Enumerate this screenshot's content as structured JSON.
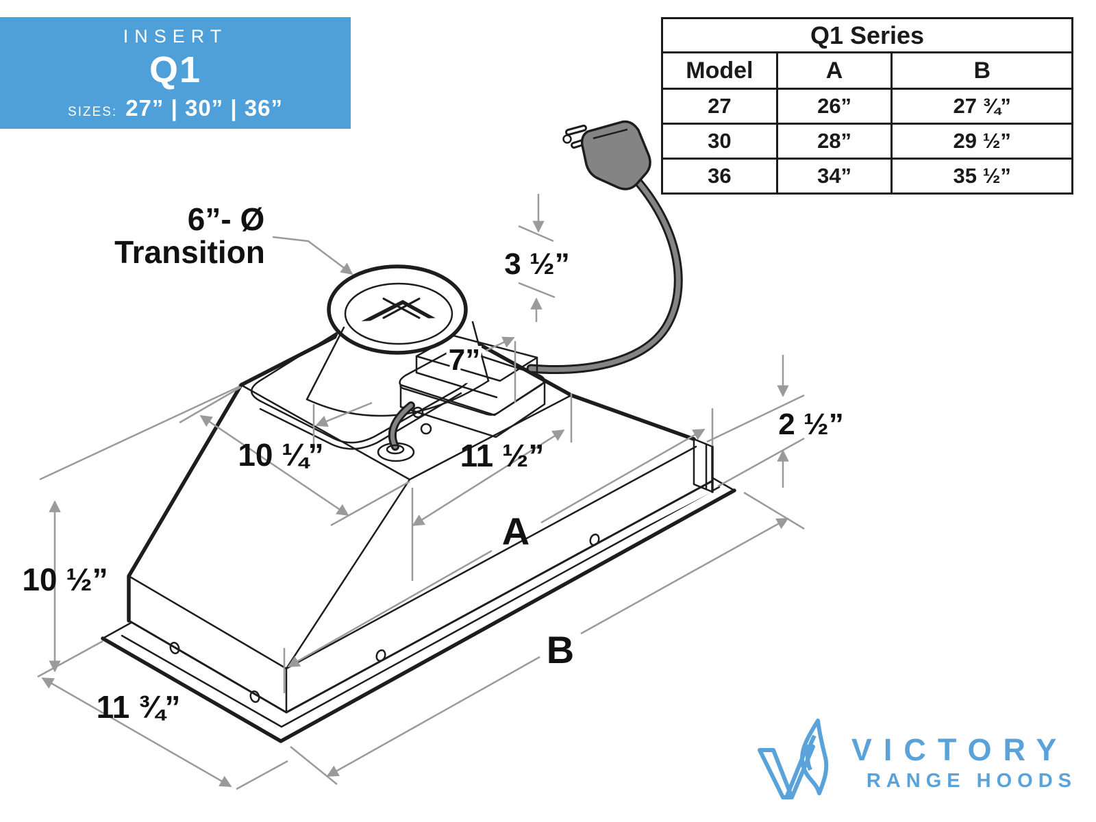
{
  "badge": {
    "kicker": "INSERT",
    "model": "Q1",
    "sizes_label": "SIZES:",
    "sizes_value": "27” | 30” | 36”"
  },
  "spec_table": {
    "title": "Q1 Series",
    "columns": [
      "Model",
      "A",
      "B"
    ],
    "rows": [
      [
        "27",
        "26”",
        "27 ¾”"
      ],
      [
        "30",
        "28”",
        "29 ½”"
      ],
      [
        "36",
        "34”",
        "35 ½”"
      ]
    ]
  },
  "diagram": {
    "labels": {
      "transition_line1": "6”- Ø",
      "transition_line2": "Transition",
      "collar_height": "3 ½”",
      "box_length": "7”",
      "top_depth": "10 ¼”",
      "top_length": "11 ½”",
      "lip_height": "2 ½”",
      "interior_length": "A",
      "total_height": "10 ½”",
      "flange_depth": "11 ¾”",
      "flange_length": "B"
    }
  },
  "logo": {
    "name": "VICTORY",
    "tagline": "RANGE HOODS"
  },
  "colors": {
    "accent_blue": "#4FA0D8",
    "logo_blue": "#5AA3DA",
    "line_black": "#1D1D1D",
    "dim_gray": "#9A9A9A",
    "cord_gray": "#848484"
  }
}
